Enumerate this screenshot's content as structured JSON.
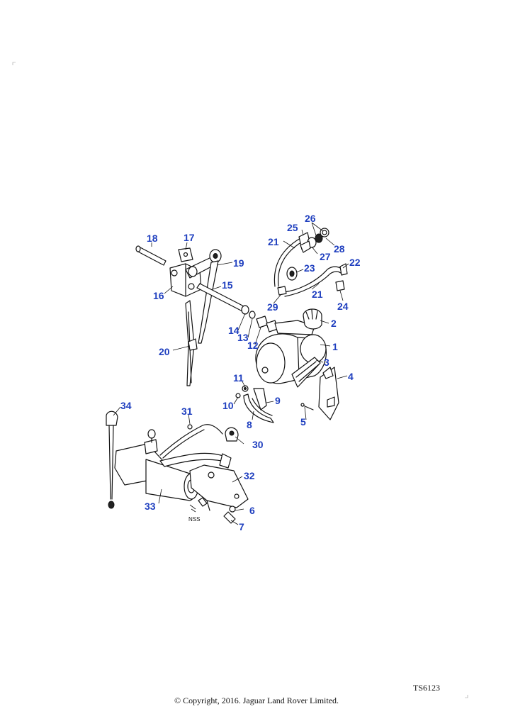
{
  "diagram": {
    "callouts": {
      "c1": "1",
      "c2": "2",
      "c3": "3",
      "c4": "4",
      "c5": "5",
      "c6": "6",
      "c7": "7",
      "c8": "8",
      "c9": "9",
      "c10": "10",
      "c11": "11",
      "c12": "12",
      "c13": "13",
      "c14": "14",
      "c15": "15",
      "c16": "16",
      "c17": "17",
      "c18": "18",
      "c19": "19",
      "c20": "20",
      "c21a": "21",
      "c21b": "21",
      "c22": "22",
      "c23": "23",
      "c24": "24",
      "c25": "25",
      "c26": "26",
      "c27": "27",
      "c28": "28",
      "c29": "29",
      "c30": "30",
      "c31": "31",
      "c32": "32",
      "c33": "33",
      "c34": "34"
    },
    "nss_note": "NSS",
    "callout_color": "#1f3fbf"
  },
  "footer": {
    "reference_code": "TS6123",
    "copyright": "© Copyright, 2016. Jaguar Land Rover Limited."
  }
}
